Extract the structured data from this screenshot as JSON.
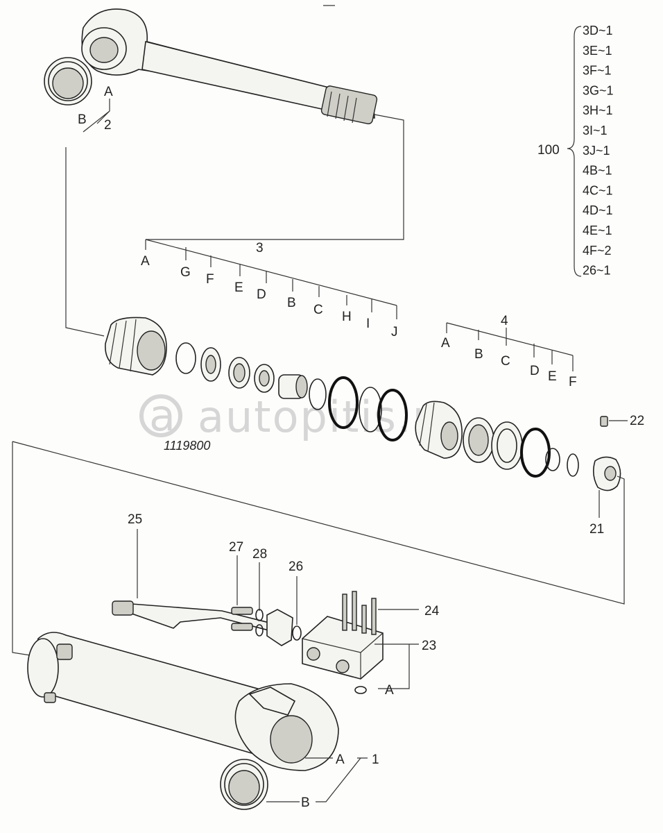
{
  "watermark": "autopitis.ru",
  "drawing_number": "1119800",
  "kit": {
    "number": "100",
    "items": [
      "3D~1",
      "3E~1",
      "3F~1",
      "3G~1",
      "3H~1",
      "3I~1",
      "3J~1",
      "4B~1",
      "4C~1",
      "4D~1",
      "4E~1",
      "4F~2",
      "26~1"
    ]
  },
  "rod": {
    "number": "2",
    "sub_a": "A",
    "sub_b": "B"
  },
  "gland": {
    "number": "3",
    "subs": [
      "A",
      "G",
      "F",
      "E",
      "D",
      "B",
      "C",
      "H",
      "I",
      "J"
    ]
  },
  "piston": {
    "number": "4",
    "subs": [
      "A",
      "B",
      "C",
      "D",
      "E",
      "F"
    ]
  },
  "parts": {
    "p21": "21",
    "p22": "22",
    "p23": "23",
    "p24": "24",
    "p25": "25",
    "p26": "26",
    "p27": "27",
    "p28": "28",
    "p1": "1",
    "p23_sub": "A",
    "p1_sub_a": "A",
    "p1_sub_b": "B"
  },
  "header_mark": "—"
}
